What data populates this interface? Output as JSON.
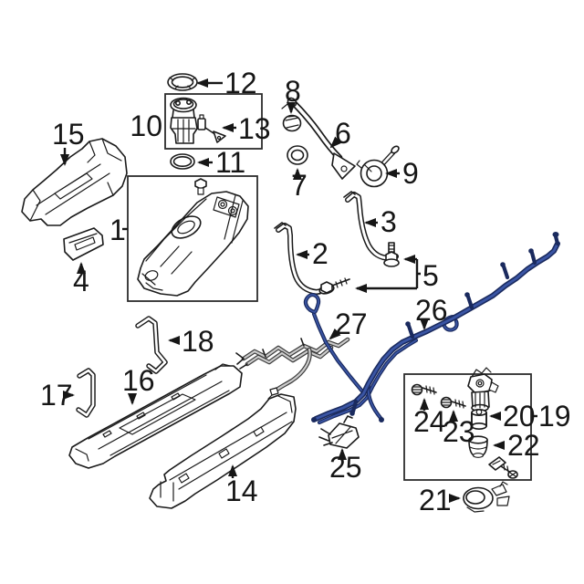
{
  "colors": {
    "paper": "#ffffff",
    "ink": "#1a1a1a",
    "blue-out": "#1a2a5e",
    "blue-in": "#3a55a4",
    "gray-in": "#cccccc"
  },
  "diagram": {
    "type": "exploded-parts-diagram",
    "callouts": {
      "c1": "1",
      "c2": "2",
      "c3": "3",
      "c4": "4",
      "c5": "5",
      "c6": "6",
      "c7": "7",
      "c8": "8",
      "c9": "9",
      "c10": "10",
      "c11": "11",
      "c12": "12",
      "c13": "13",
      "c14": "14",
      "c15": "15",
      "c16": "16",
      "c17": "17",
      "c18": "18",
      "c19": "19",
      "c20": "20",
      "c21": "21",
      "c22": "22",
      "c23": "23",
      "c24": "24",
      "c25": "25",
      "c26": "26",
      "c27": "27"
    }
  }
}
